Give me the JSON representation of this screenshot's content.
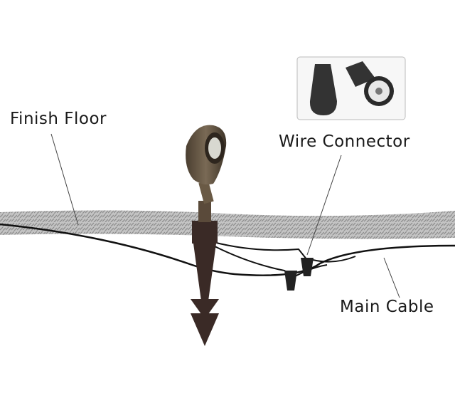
{
  "labels": {
    "finish_floor": "Finish Floor",
    "wire_connector": "Wire Connector",
    "main_cable": "Main Cable"
  },
  "colors": {
    "floor": "#b8b8b8",
    "cable": "#111111",
    "fixture": "#5a4a3a",
    "stake": "#3a2a26"
  }
}
